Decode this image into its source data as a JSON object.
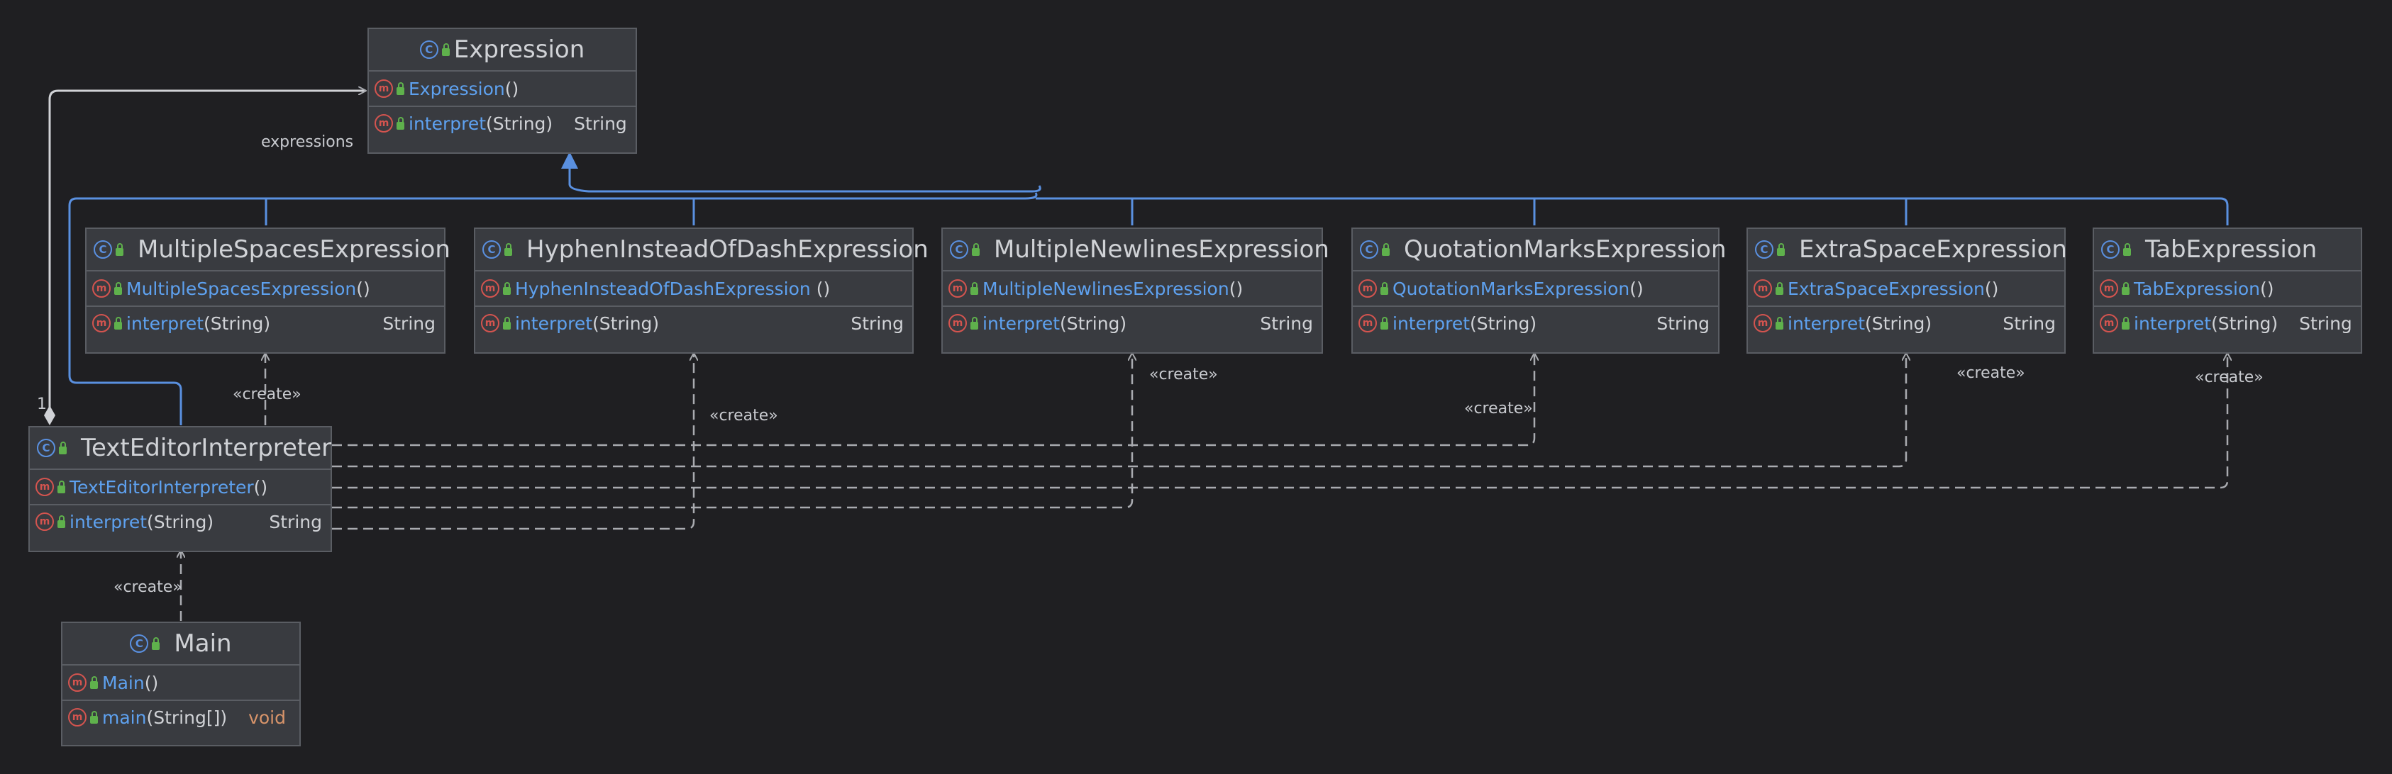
{
  "colors": {
    "background": "#1f1f22",
    "box_fill": "#393b40",
    "box_border": "#5a5d63",
    "method_name": "#5ea1ef",
    "class_icon": "#5a90e0",
    "method_icon": "#d4544f",
    "visibility_icon": "#5fb14c",
    "inheritance_edge": "#5a90e0",
    "dependency_edge": "#a9abb0",
    "void_type": "#d8946a"
  },
  "icons": {
    "class": "class-c-icon",
    "method": "method-m-icon",
    "visibility": "public-lock-icon"
  },
  "classes": {
    "expression": {
      "name": "Expression",
      "ctor": "Expression",
      "ctor_parens": "()",
      "method": "interpret",
      "method_params": "(String)",
      "method_return": "String"
    },
    "multiple_spaces": {
      "name": "MultipleSpacesExpression",
      "ctor": "MultipleSpacesExpression",
      "ctor_parens": "()",
      "method": "interpret",
      "method_params": "(String)",
      "method_return": "String"
    },
    "hyphen": {
      "name": "HyphenInsteadOfDashExpression",
      "ctor": "HyphenInsteadOfDashExpression",
      "ctor_parens": " ()",
      "method": "interpret",
      "method_params": "(String)",
      "method_return": "String"
    },
    "multiple_newlines": {
      "name": "MultipleNewlinesExpression",
      "ctor": "MultipleNewlinesExpression",
      "ctor_parens": "()",
      "method": "interpret",
      "method_params": "(String)",
      "method_return": "String"
    },
    "quotation_marks": {
      "name": "QuotationMarksExpression",
      "ctor": "QuotationMarksExpression",
      "ctor_parens": "()",
      "method": "interpret",
      "method_params": "(String)",
      "method_return": "String"
    },
    "extra_space": {
      "name": "ExtraSpaceExpression",
      "ctor": "ExtraSpaceExpression",
      "ctor_parens": "()",
      "method": "interpret",
      "method_params": "(String)",
      "method_return": "String"
    },
    "tab": {
      "name": "TabExpression",
      "ctor": "TabExpression",
      "ctor_parens": "()",
      "method": "interpret",
      "method_params": "(String)",
      "method_return": "String"
    },
    "text_editor_interpreter": {
      "name": "TextEditorInterpreter",
      "ctor": "TextEditorInterpreter",
      "ctor_parens": "()",
      "method": "interpret",
      "method_params": "(String)",
      "method_return": "String"
    },
    "main": {
      "name": "Main",
      "ctor": "Main",
      "ctor_parens": "()",
      "method": "main",
      "method_params": "(String[])",
      "method_return": "void"
    }
  },
  "labels": {
    "expressions": "expressions",
    "multiplicity": "1",
    "create": "«create»"
  }
}
